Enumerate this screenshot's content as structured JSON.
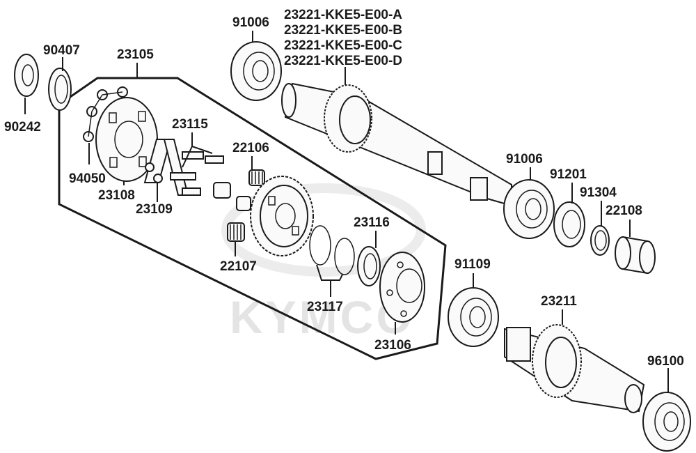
{
  "watermark": {
    "text": "KYMCO"
  },
  "callouts": [
    {
      "id": "p90407",
      "text": "90407"
    },
    {
      "id": "p90242",
      "text": "90242"
    },
    {
      "id": "p23105",
      "text": "23105"
    },
    {
      "id": "p91006_top",
      "text": "91006"
    },
    {
      "id": "p23221a",
      "text": "23221-KKE5-E00-A"
    },
    {
      "id": "p23221b",
      "text": "23221-KKE5-E00-B"
    },
    {
      "id": "p23221c",
      "text": "23221-KKE5-E00-C"
    },
    {
      "id": "p23221d",
      "text": "23221-KKE5-E00-D"
    },
    {
      "id": "p23115",
      "text": "23115"
    },
    {
      "id": "p22106",
      "text": "22106"
    },
    {
      "id": "p94050",
      "text": "94050"
    },
    {
      "id": "p23108",
      "text": "23108"
    },
    {
      "id": "p23109",
      "text": "23109"
    },
    {
      "id": "p91006_mid",
      "text": "91006"
    },
    {
      "id": "p91201",
      "text": "91201"
    },
    {
      "id": "p91304",
      "text": "91304"
    },
    {
      "id": "p22108",
      "text": "22108"
    },
    {
      "id": "p23116",
      "text": "23116"
    },
    {
      "id": "p22107",
      "text": "22107"
    },
    {
      "id": "p91109",
      "text": "91109"
    },
    {
      "id": "p23211",
      "text": "23211"
    },
    {
      "id": "p23117",
      "text": "23117"
    },
    {
      "id": "p23106",
      "text": "23106"
    },
    {
      "id": "p96100",
      "text": "96100"
    }
  ]
}
